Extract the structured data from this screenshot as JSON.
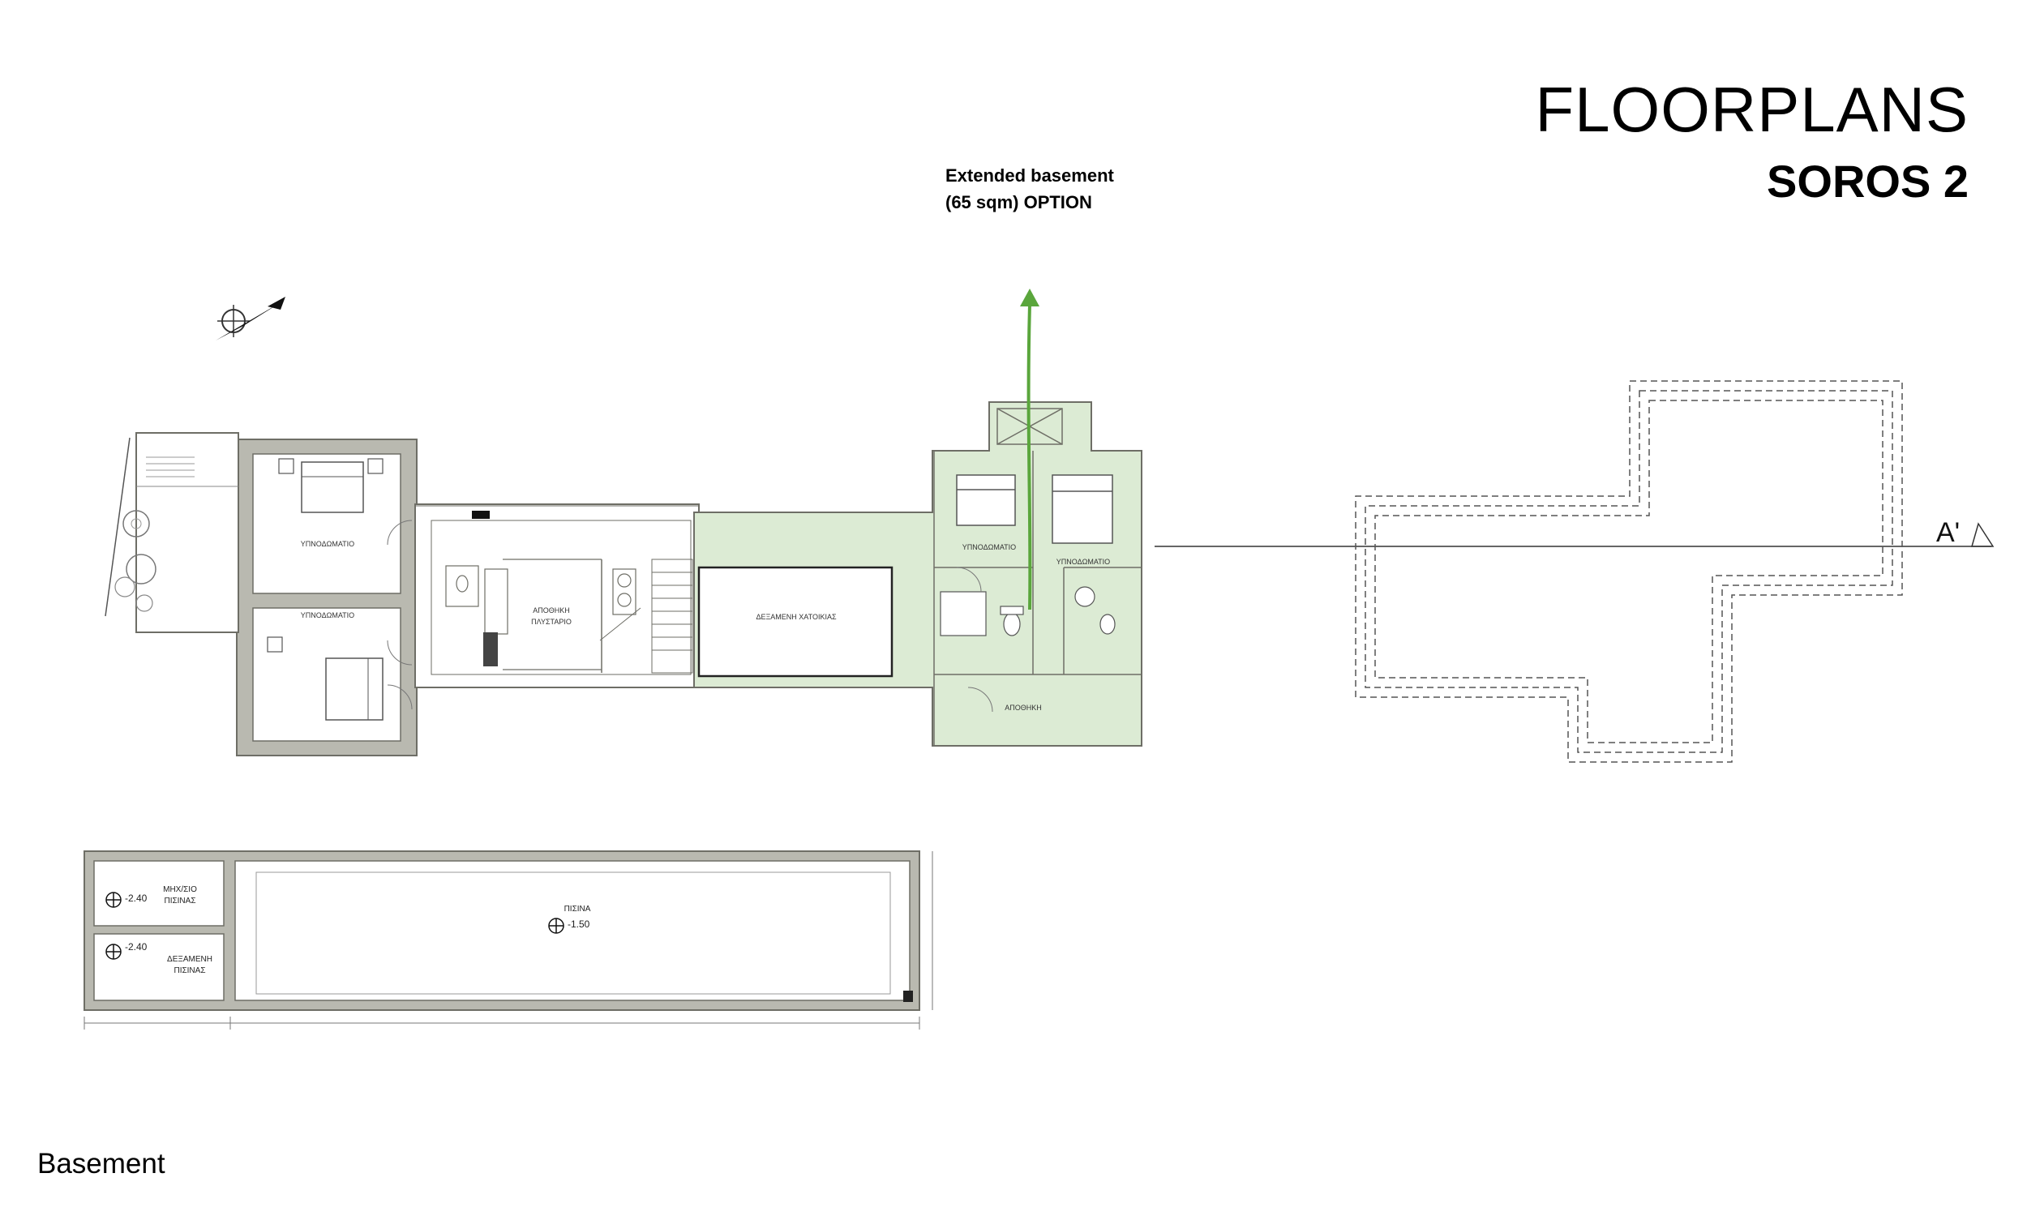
{
  "header": {
    "title": "FLOORPLANS",
    "subtitle": "SOROS 2"
  },
  "annotation": {
    "line1": "Extended basement",
    "line2": "(65 sqm) OPTION"
  },
  "caption": "Basement",
  "section_marker": "A'",
  "colors": {
    "extension": "#dcebd4",
    "arrow": "#5aa63c",
    "wall": "#8a8a82"
  },
  "rooms": {
    "bedroom_left_top": "ΥΠΝΟΔΩΜΑΤΙΟ",
    "bedroom_left_bottom": "ΥΠΝΟΔΩΜΑΤΙΟ",
    "storage_laundry_1": "ΑΠΟΘΗΚΗ",
    "storage_laundry_2": "ΠΛΥΣΤΑΡΙΟ",
    "water_tank": "ΔΕΞΑΜΕΝΗ ΧΑΤΟΙΚΙΑΣ",
    "bedroom_ext_1": "ΥΠΝΟΔΩΜΑΤΙΟ",
    "bedroom_ext_2": "ΥΠΝΟΔΩΜΑΤΙΟ",
    "storage_ext": "ΑΠΟΘΗΚΗ"
  },
  "pool": {
    "machine_room_1": "ΜΗΧ/ΣΙΟ",
    "machine_room_2": "ΠΙΣΙΝΑΣ",
    "machine_level": "-2.40",
    "tank_1": "ΔΕΞΑΜΕΝΗ",
    "tank_2": "ΠΙΣΙΝΑΣ",
    "tank_level": "-2.40",
    "pool_label": "ΠΙΣΙΝΑ",
    "pool_level": "-1.50"
  }
}
